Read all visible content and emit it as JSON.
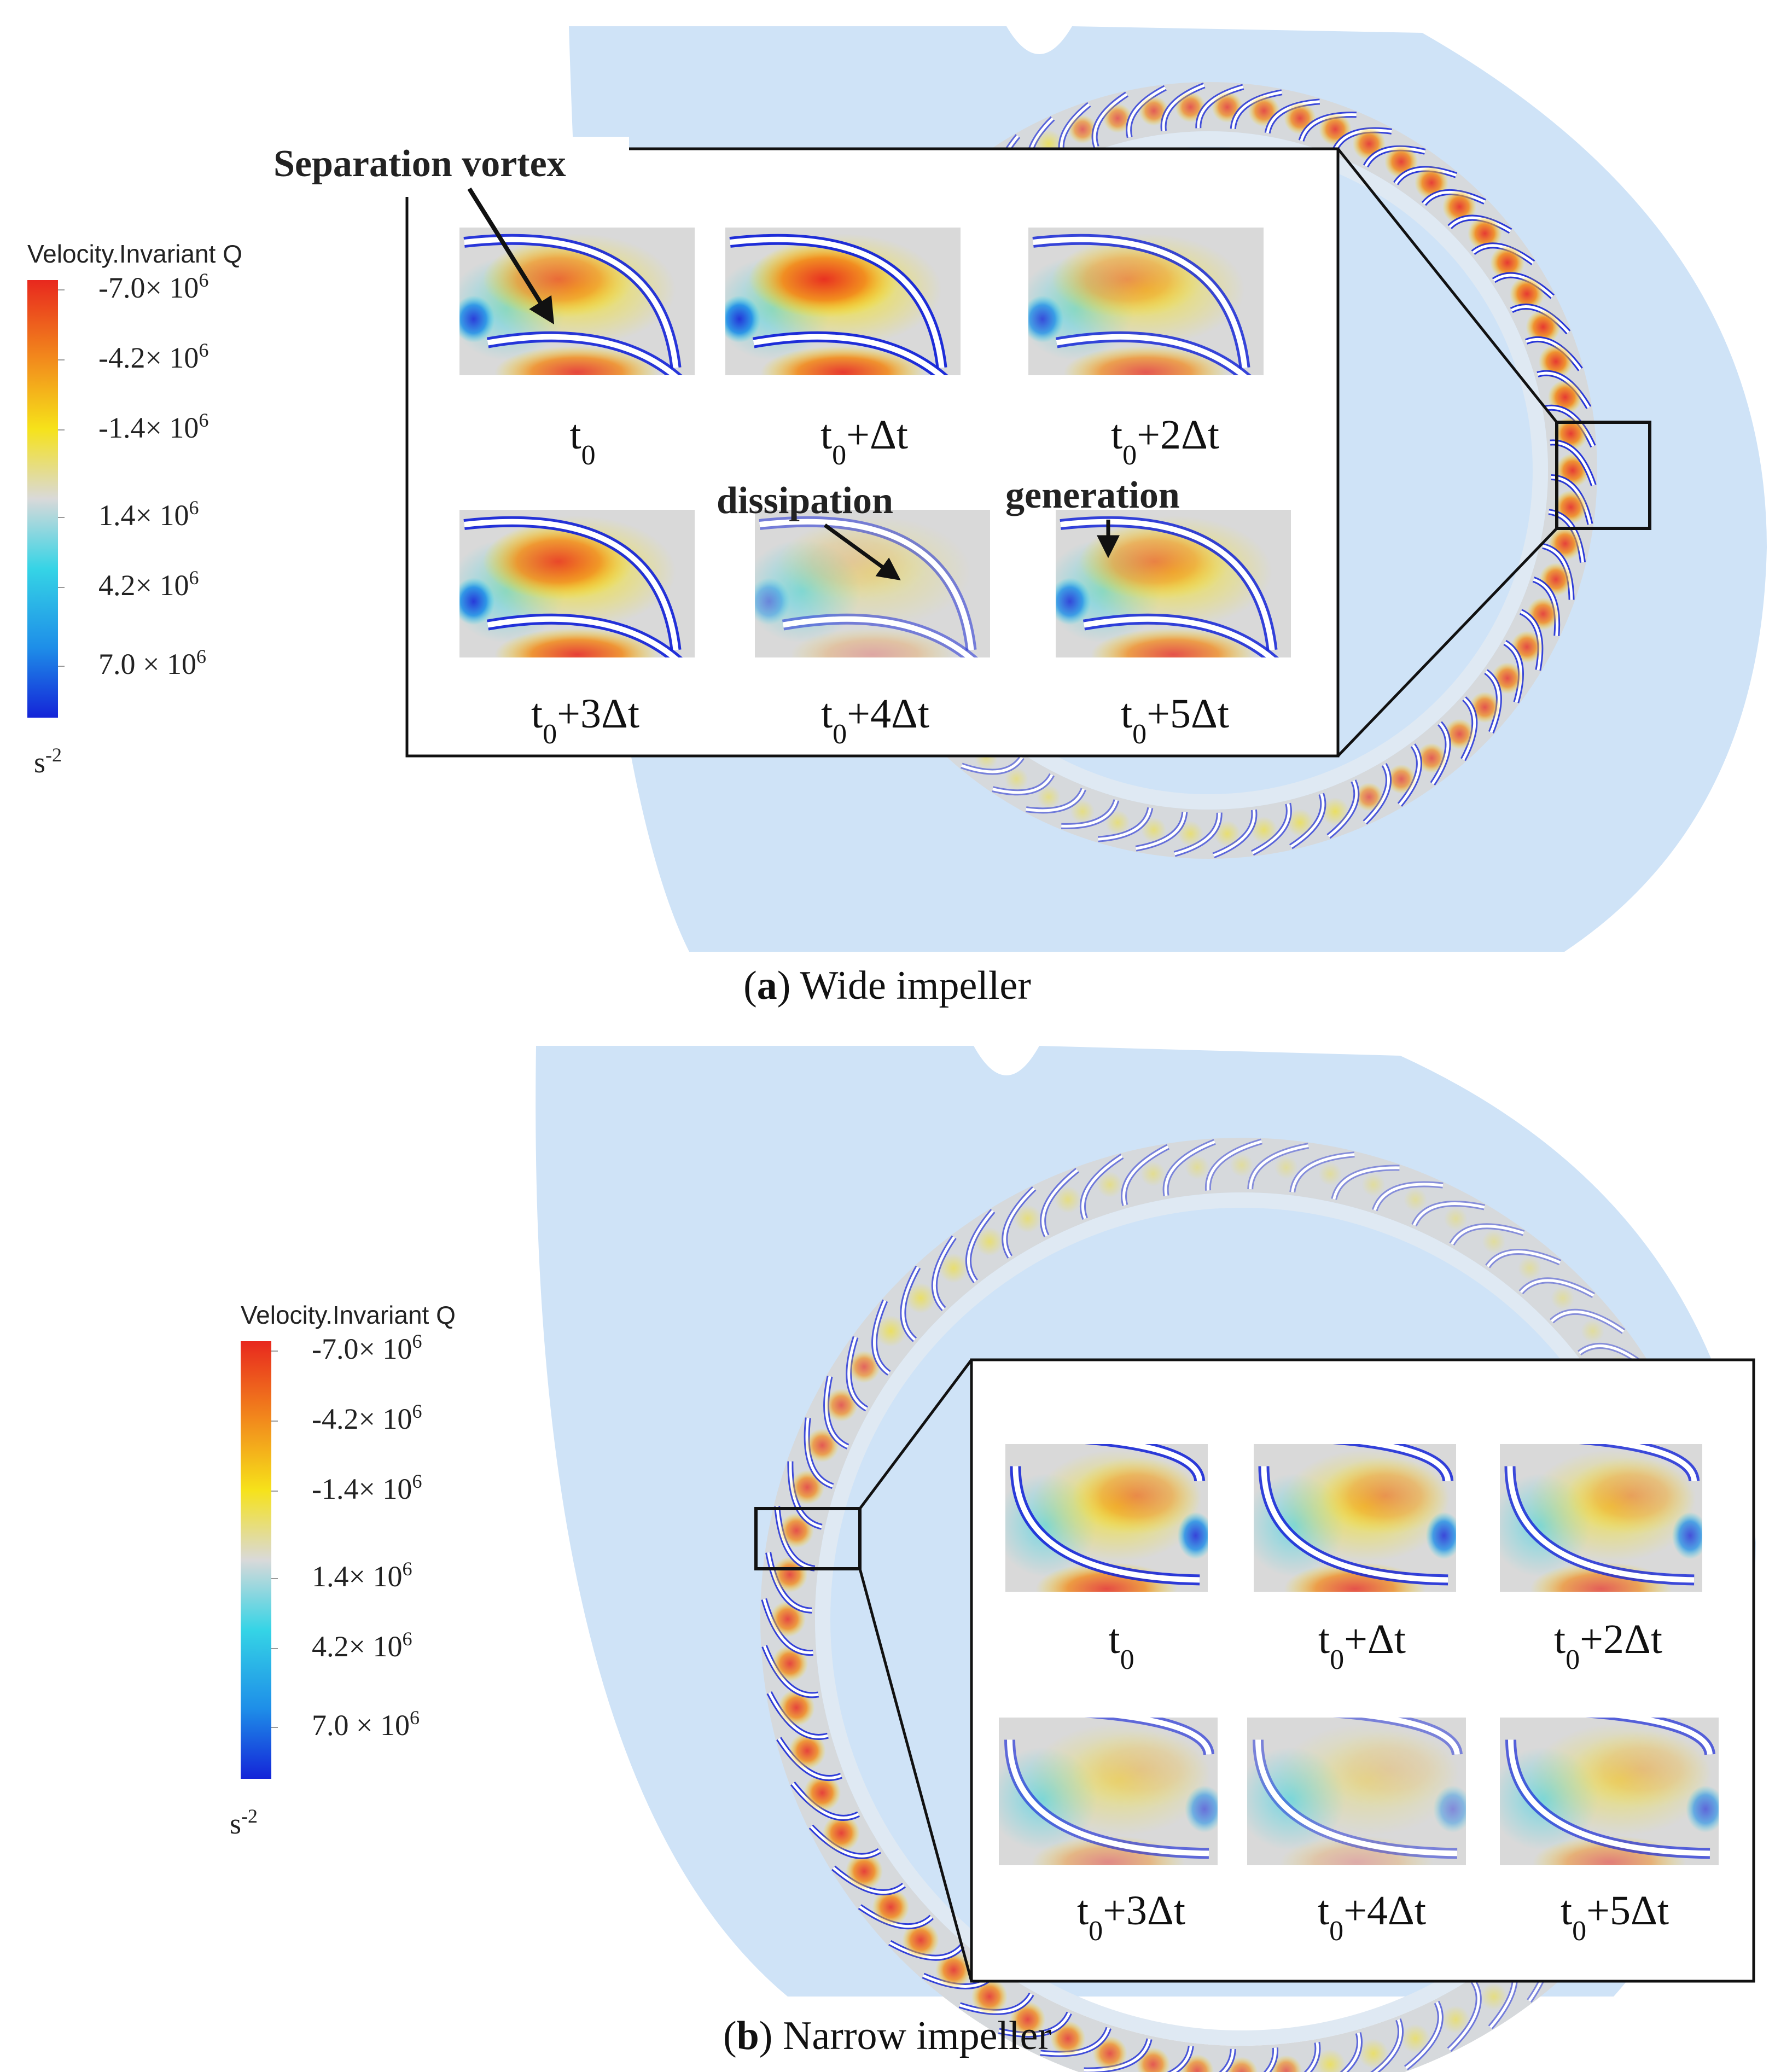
{
  "panels": [
    {
      "caption_letter": "a",
      "caption_text": " Wide impeller",
      "colorbar": {
        "title": "Velocity.Invariant Q",
        "ticks": [
          {
            "mant": "-7.0× 10",
            "exp": "6"
          },
          {
            "mant": "-4.2× 10",
            "exp": "6"
          },
          {
            "mant": "-1.4× 10",
            "exp": "6"
          },
          {
            "mant": "1.4× 10",
            "exp": "6"
          },
          {
            "mant": "4.2× 10",
            "exp": "6"
          },
          {
            "mant": "7.0 × 10",
            "exp": "6"
          }
        ],
        "unit_base": "s",
        "unit_exp": "-2"
      },
      "frames": [
        {
          "sub": "0",
          "rest": ""
        },
        {
          "sub": "0",
          "rest": "+Δt"
        },
        {
          "sub": "0",
          "rest": "+2Δt"
        },
        {
          "sub": "0",
          "rest": "+3Δt"
        },
        {
          "sub": "0",
          "rest": "+4Δt"
        },
        {
          "sub": "0",
          "rest": "+5Δt"
        }
      ],
      "annotations": {
        "separation": "Separation vortex",
        "dissipation": "dissipation",
        "generation": "generation"
      }
    },
    {
      "caption_letter": "b",
      "caption_text": " Narrow impeller",
      "colorbar": {
        "title": "Velocity.Invariant Q",
        "ticks": [
          {
            "mant": "-7.0× 10",
            "exp": "6"
          },
          {
            "mant": "-4.2× 10",
            "exp": "6"
          },
          {
            "mant": "-1.4× 10",
            "exp": "6"
          },
          {
            "mant": "1.4× 10",
            "exp": "6"
          },
          {
            "mant": "4.2× 10",
            "exp": "6"
          },
          {
            "mant": "7.0 × 10",
            "exp": "6"
          }
        ],
        "unit_base": "s",
        "unit_exp": "-2"
      },
      "frames": [
        {
          "sub": "0",
          "rest": ""
        },
        {
          "sub": "0",
          "rest": "+Δt"
        },
        {
          "sub": "0",
          "rest": "+2Δt"
        },
        {
          "sub": "0",
          "rest": "+3Δt"
        },
        {
          "sub": "0",
          "rest": "+4Δt"
        },
        {
          "sub": "0",
          "rest": "+5Δt"
        }
      ]
    }
  ],
  "frame_label_base": "t",
  "colors": {
    "volute": "#cfe3f7",
    "ring": "#d6d9dc",
    "red": "#e8281e",
    "orange": "#f28a1c",
    "yellow": "#f6e21a",
    "cyan": "#35d4e6",
    "blue": "#1424d8"
  }
}
